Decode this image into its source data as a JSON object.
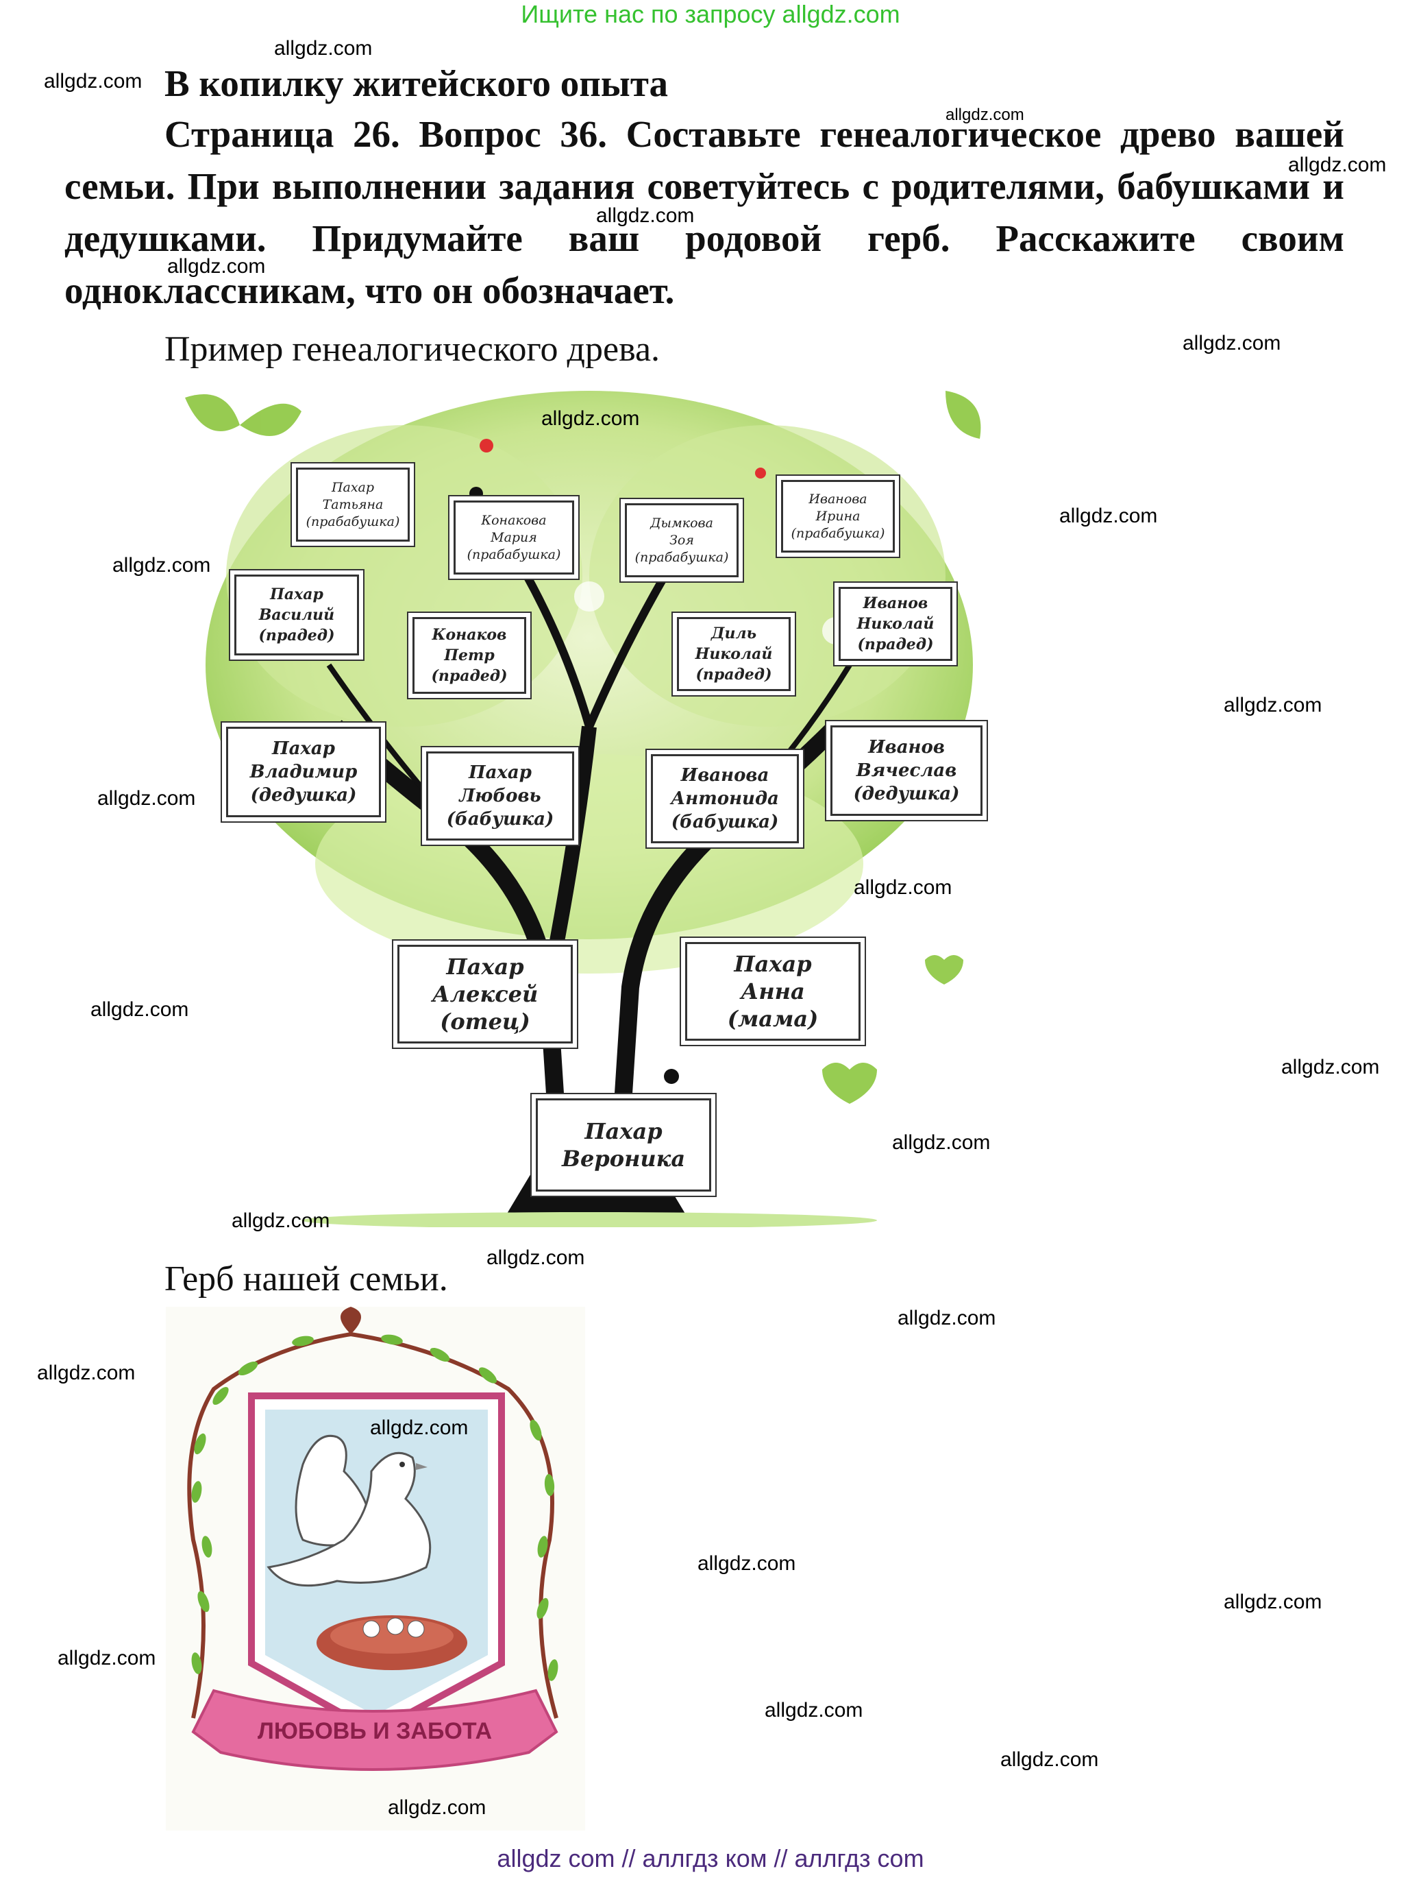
{
  "banner_top": "Ищите нас по запросу allgdz.com",
  "banner_bottom": "allgdz com  //  аллгдз ком  //  аллгдз com",
  "heading": "В копилку житейского опыта",
  "task_text": "Страница 26. Вопрос 36.  Составьте генеалогическое древо вашей семьи. При выполнении задания советуйтесь с родителями, бабушками и дедушками. Придумайте ваш родовой герб. Расскажите своим одноклассникам, что он обозначает.",
  "tree_caption": "Пример генеалогического древа.",
  "coat_caption": "Герб нашей семьи.",
  "watermark": "allgdz.com",
  "tree_cards": [
    {
      "name": "great-grandmother-pakhar",
      "lines": [
        "Пахар",
        "Татьяна",
        "(прабабушка)"
      ]
    },
    {
      "name": "great-grandmother-konakova",
      "lines": [
        "Конакова",
        "Мария",
        "(прабабушка)"
      ]
    },
    {
      "name": "great-grandmother-dymkova",
      "lines": [
        "Дымкова",
        "Зоя",
        "(прабабушка)"
      ]
    },
    {
      "name": "great-grandmother-ivanova",
      "lines": [
        "Иванова",
        "Ирина",
        "(прабабушка)"
      ]
    },
    {
      "name": "great-grandfather-pakhar",
      "lines": [
        "Пахар",
        "Василий",
        "(прадед)"
      ]
    },
    {
      "name": "great-grandfather-konakov",
      "lines": [
        "Конаков",
        "Петр",
        "(прадед)"
      ]
    },
    {
      "name": "great-grandfather-dil",
      "lines": [
        "Диль",
        "Николай",
        "(прадед)"
      ]
    },
    {
      "name": "great-grandfather-ivanov",
      "lines": [
        "Иванов",
        "Николай",
        "(прадед)"
      ]
    },
    {
      "name": "grandfather-pakhar",
      "lines": [
        "Пахар",
        "Владимир",
        "(дедушка)"
      ]
    },
    {
      "name": "grandmother-pakhar",
      "lines": [
        "Пахар",
        "Любовь",
        "(бабушка)"
      ]
    },
    {
      "name": "grandmother-ivanova",
      "lines": [
        "Иванова",
        "Антонида",
        "(бабушка)"
      ]
    },
    {
      "name": "grandfather-ivanov",
      "lines": [
        "Иванов",
        "Вячеслав",
        "(дедушка)"
      ]
    },
    {
      "name": "father",
      "lines": [
        "Пахар",
        "Алексей",
        "(отец)"
      ]
    },
    {
      "name": "mother",
      "lines": [
        "Пахар",
        "Анна",
        "(мама)"
      ]
    },
    {
      "name": "child",
      "lines": [
        "Пахар",
        "Вероника"
      ]
    }
  ],
  "coat_banner_text": "ЛЮБОВЬ И ЗАБОТА",
  "colors": {
    "banner_green": "#35c12f",
    "banner_purple": "#4b2a7c",
    "leaf_green": "#8cc63f",
    "shield_pink": "#c2457a",
    "ribbon_pink": "#e56b9f"
  }
}
